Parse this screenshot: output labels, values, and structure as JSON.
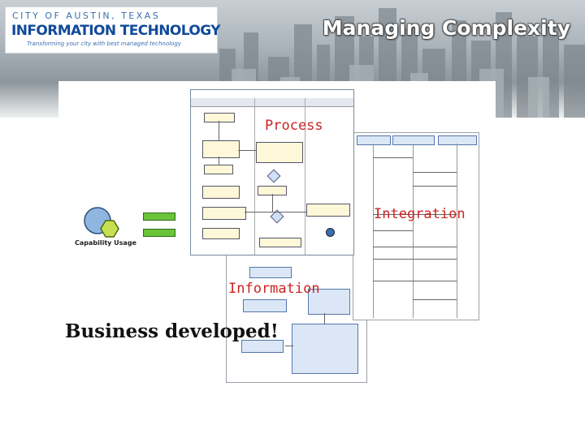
{
  "header": {
    "logo": {
      "top_line": "CITY OF AUSTIN, TEXAS",
      "main_line": "INFORMATION TECHNOLOGY",
      "tagline": "Transforming your city with best managed technology"
    },
    "title": "Managing Complexity"
  },
  "labels": {
    "process": "Process",
    "integration": "Integration",
    "information": "Information",
    "capability_usage": "Capability Usage",
    "business_developed": "Business developed!"
  },
  "colors": {
    "accent_red": "#cc2222",
    "logo_blue": "#114a9a",
    "equals_green": "#6bc33a"
  },
  "icons": [
    "capability-usage-icon",
    "equals-sign-icon"
  ]
}
